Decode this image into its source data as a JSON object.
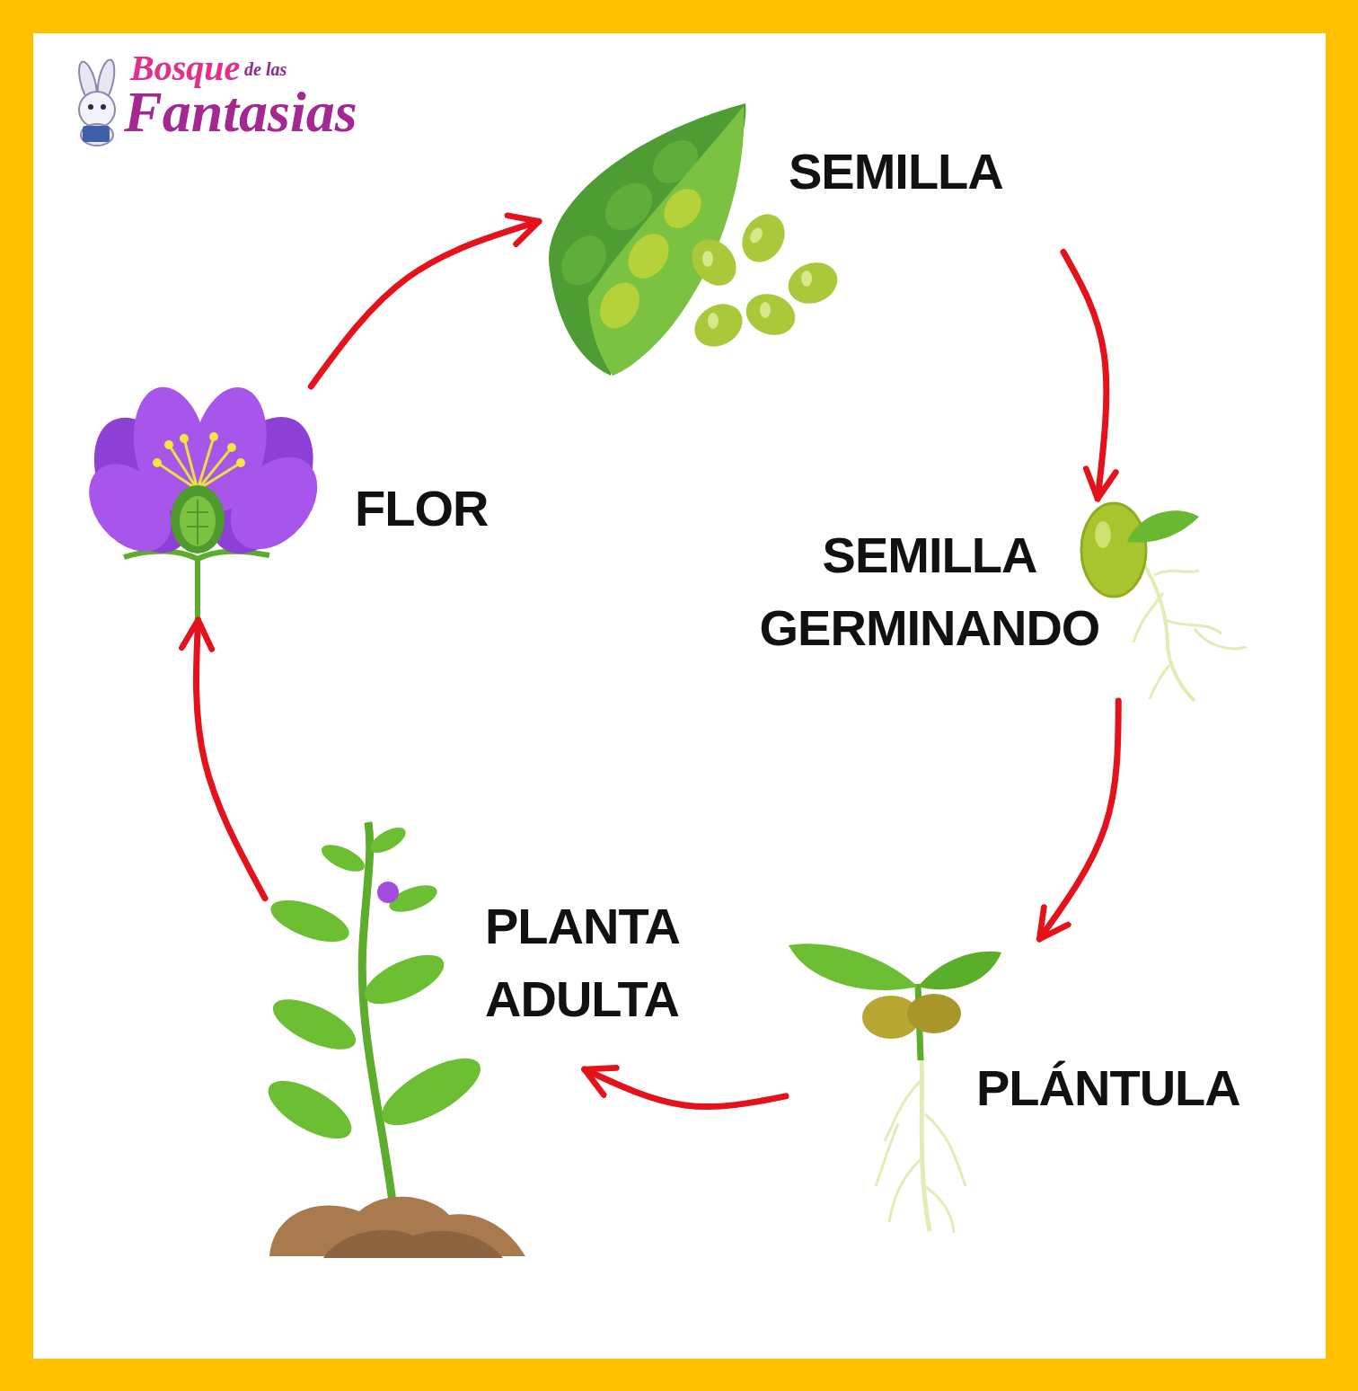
{
  "diagram": {
    "nodes": [
      {
        "text": [
          "SEMILLA"
        ]
      },
      {
        "text": [
          "SEMILLA GERMINANDO"
        ]
      },
      {
        "text": [
          "PLÁNTULA"
        ]
      },
      {
        "text": [
          "PLANTA ADULTA"
        ]
      },
      {
        "text": [
          "FLOR"
        ]
      }
    ],
    "edges": [
      {
        "from": 0,
        "to": 1,
        "arrow": "to"
      },
      {
        "from": 1,
        "to": 2,
        "arrow": "to"
      },
      {
        "from": 2,
        "to": 3,
        "arrow": "to"
      },
      {
        "from": 3,
        "to": 4,
        "arrow": "to"
      },
      {
        "from": 4,
        "to": 0,
        "arrow": "to"
      }
    ],
    "labels": [
      "Bosque",
      "de las",
      "Fantasias"
    ]
  }
}
